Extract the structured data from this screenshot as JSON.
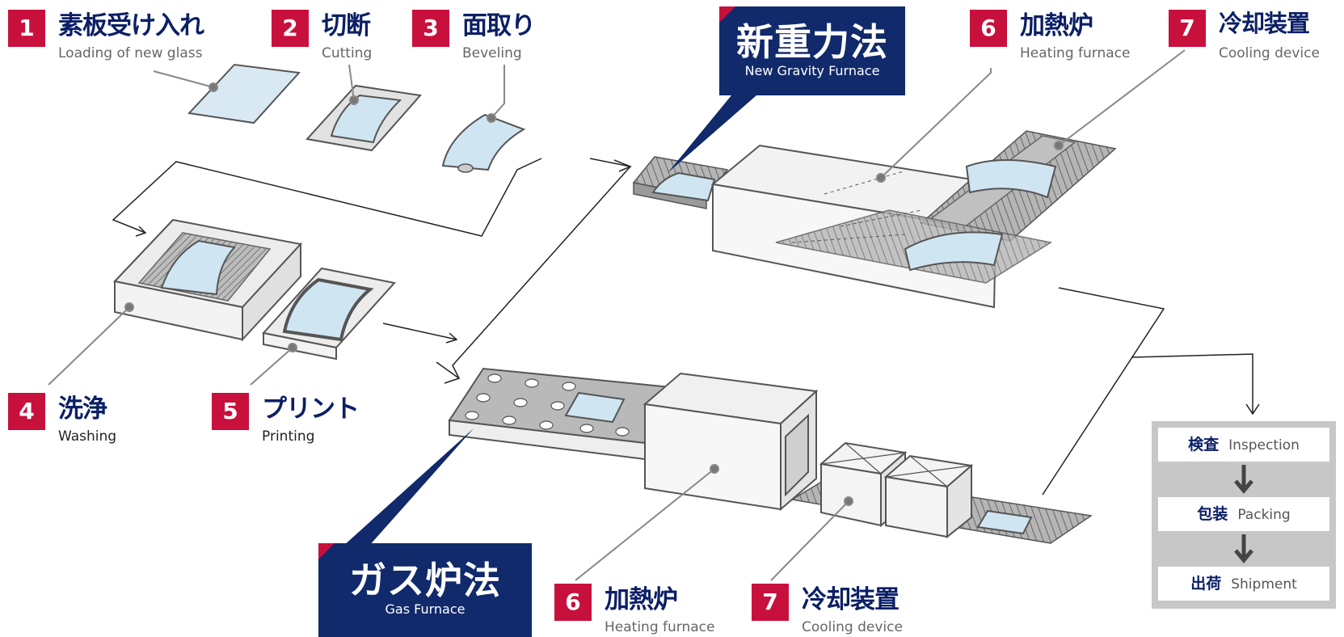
{
  "steps_top": [
    {
      "num": "1",
      "jp": "素板受け入れ",
      "en": "Loading of new glass"
    },
    {
      "num": "2",
      "jp": "切断",
      "en": "Cutting"
    },
    {
      "num": "3",
      "jp": "面取り",
      "en": "Beveling"
    }
  ],
  "steps_mid": [
    {
      "num": "4",
      "jp": "洗浄",
      "en": "Washing"
    },
    {
      "num": "5",
      "jp": "プリント",
      "en": "Printing"
    }
  ],
  "new_gravity": {
    "title_jp": "新重力法",
    "title_en": "New Gravity Furnace",
    "heating": {
      "num": "6",
      "jp": "加熱炉",
      "en": "Heating furnace"
    },
    "cooling": {
      "num": "7",
      "jp": "冷却装置",
      "en": "Cooling device"
    }
  },
  "gas": {
    "title_jp": "ガス炉法",
    "title_en": "Gas Furnace",
    "heating": {
      "num": "6",
      "jp": "加熱炉",
      "en": "Heating furnace"
    },
    "cooling": {
      "num": "7",
      "jp": "冷却装置",
      "en": "Cooling device"
    }
  },
  "final_steps": [
    {
      "jp": "検査",
      "en": "Inspection"
    },
    {
      "jp": "包装",
      "en": "Packing"
    },
    {
      "jp": "出荷",
      "en": "Shipment"
    }
  ],
  "colors": {
    "accent_red": "#c8103d",
    "navy": "#102a6b",
    "glass": "#cfe5f2",
    "gray_panel": "#c7c7c7"
  }
}
